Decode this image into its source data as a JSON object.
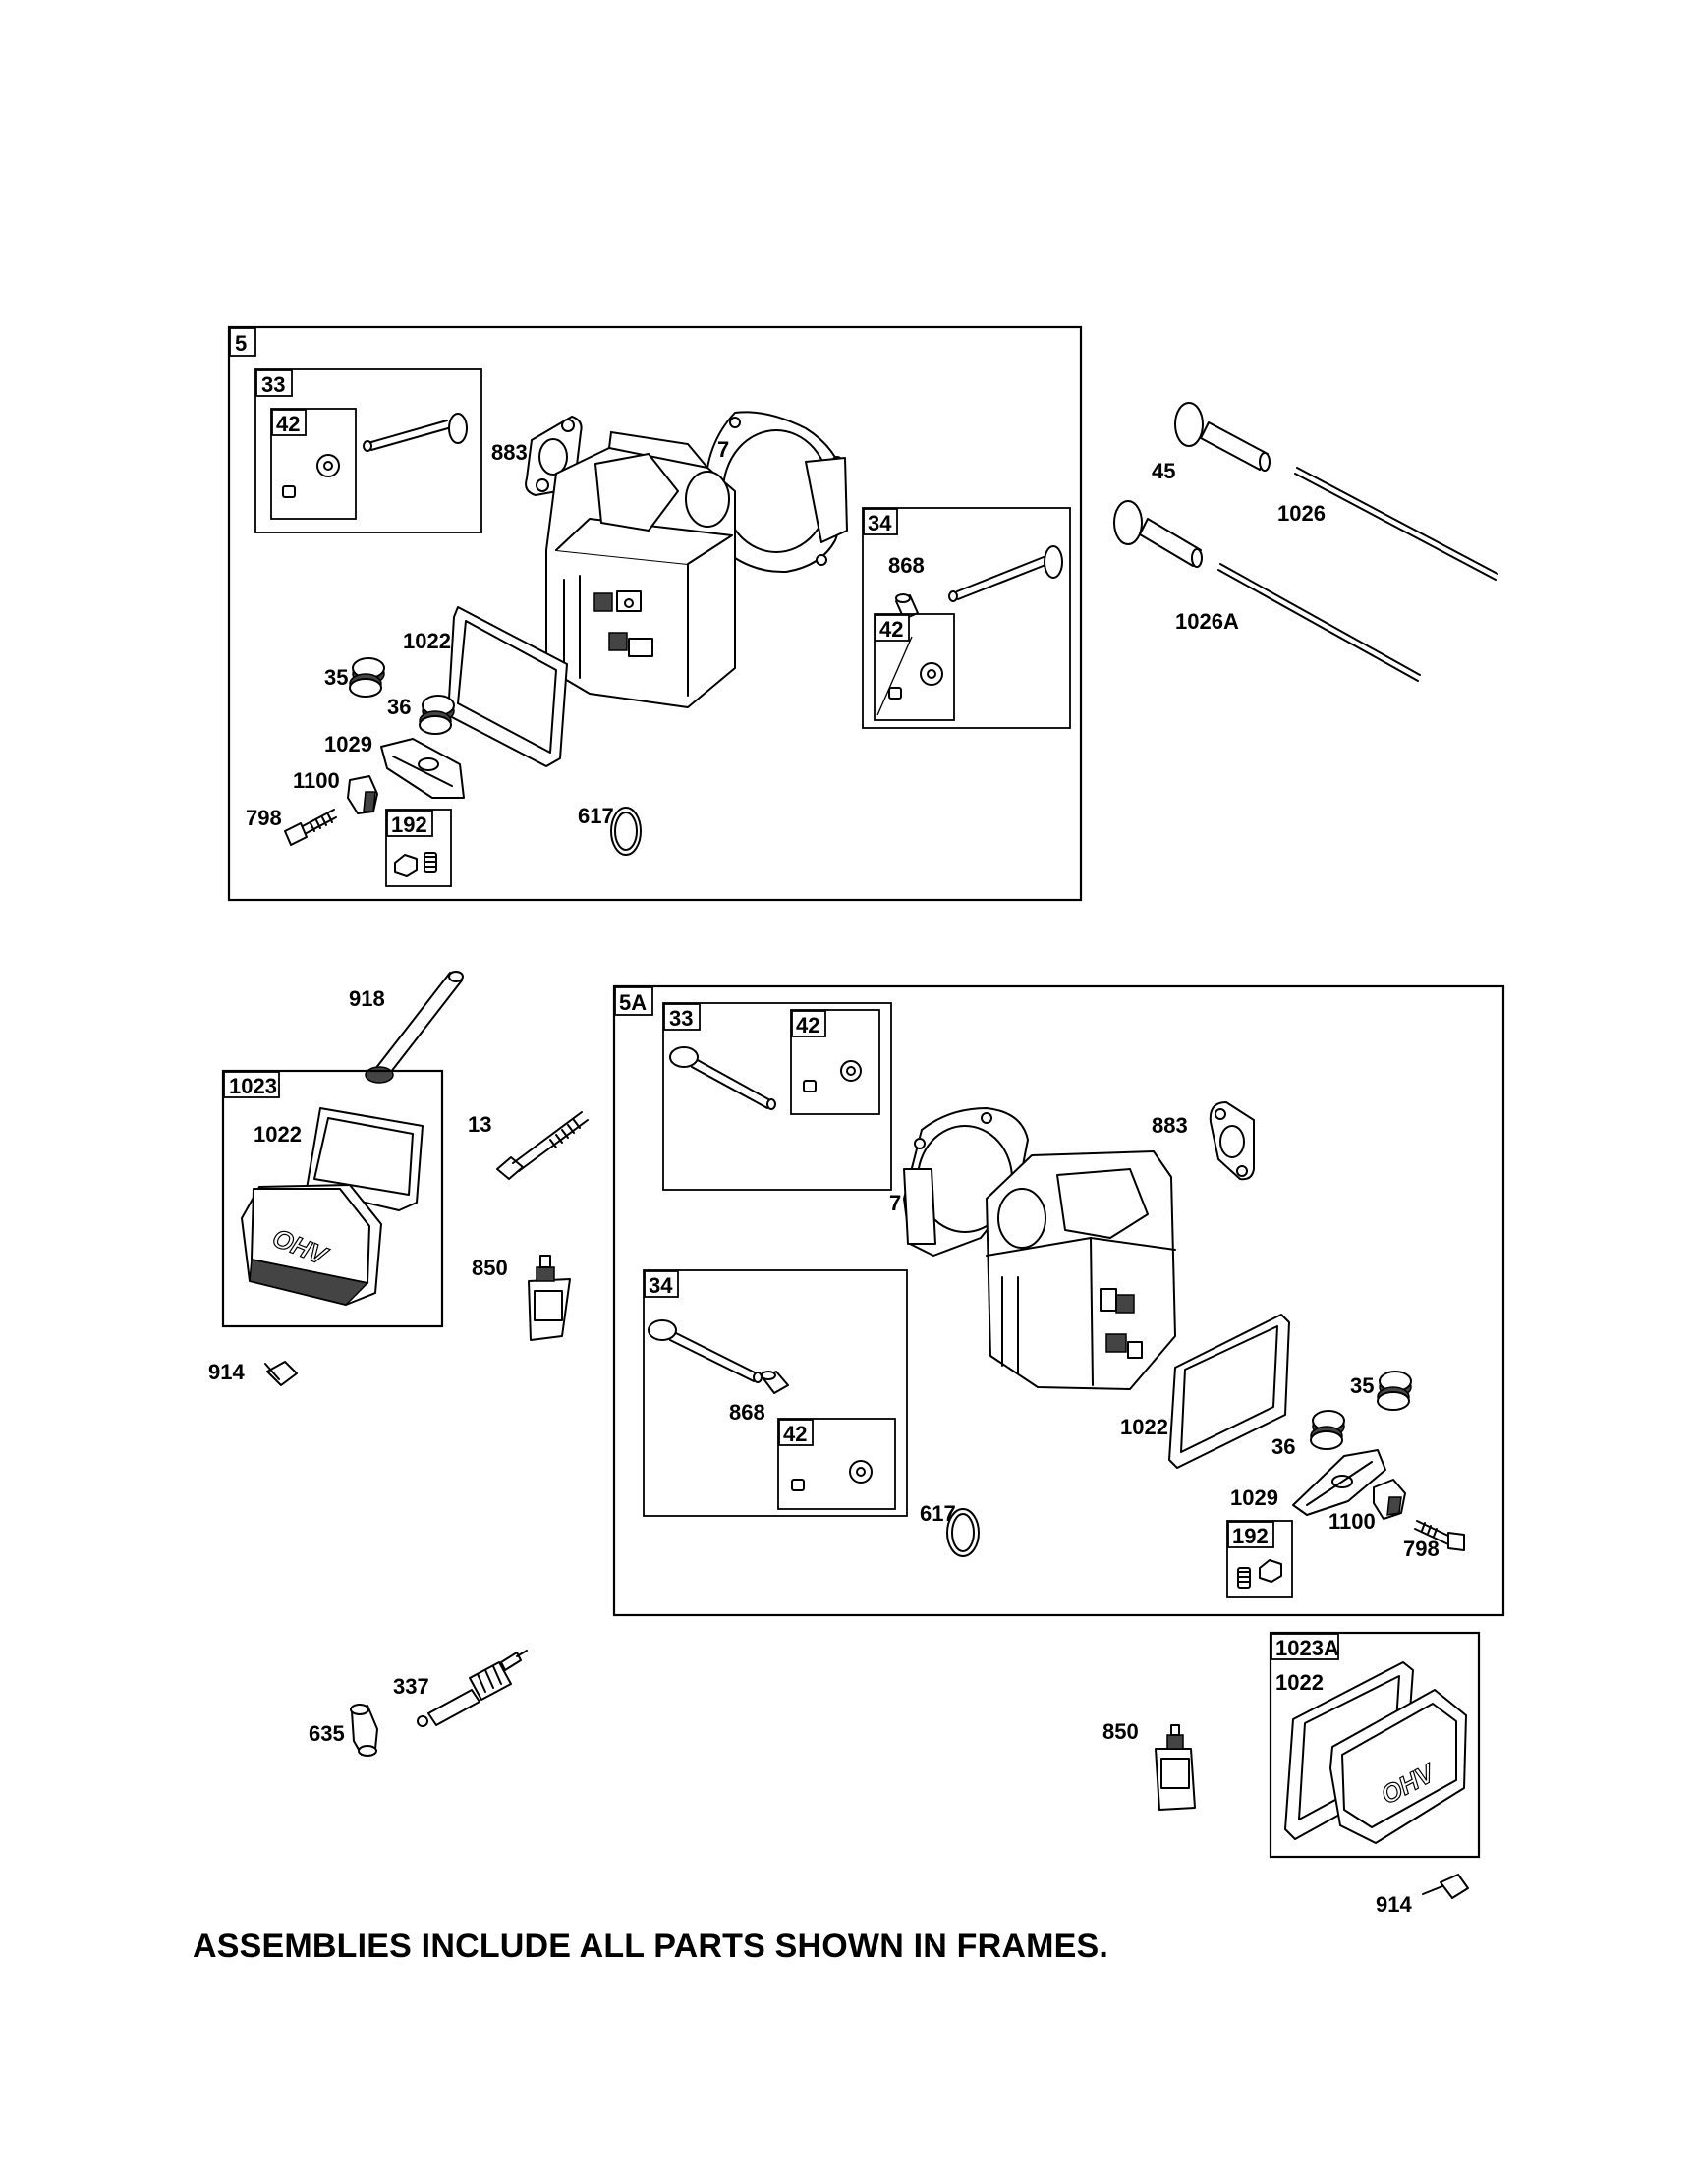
{
  "frames": {
    "f5": "5",
    "f33": "33",
    "f42a": "42",
    "f34": "34",
    "f42b": "42",
    "f192": "192",
    "f5A": "5A",
    "f33b": "33",
    "f42c": "42",
    "f34b": "34",
    "f42d": "42",
    "f192b": "192",
    "f1023": "1023",
    "f1023A": "1023A"
  },
  "labels": {
    "l883a": "883",
    "l7a": "7",
    "l868a": "868",
    "l1022a": "1022",
    "l35a": "35",
    "l36a": "36",
    "l1029a": "1029",
    "l1100a": "1100",
    "l798a": "798",
    "l617a": "617",
    "l45": "45",
    "l1026": "1026",
    "l1026A": "1026A",
    "l918": "918",
    "l1022b": "1022",
    "l13": "13",
    "l850a": "850",
    "l914a": "914",
    "l883b": "883",
    "l7b": "7",
    "l868b": "868",
    "l617b": "617",
    "l1022c": "1022",
    "l35b": "35",
    "l36b": "36",
    "l1029b": "1029",
    "l1100b": "1100",
    "l798b": "798",
    "l337": "337",
    "l635": "635",
    "l850b": "850",
    "l1022d": "1022",
    "l914b": "914"
  },
  "cover_text": "OHV",
  "footer_note": "ASSEMBLIES INCLUDE ALL PARTS SHOWN IN FRAMES."
}
